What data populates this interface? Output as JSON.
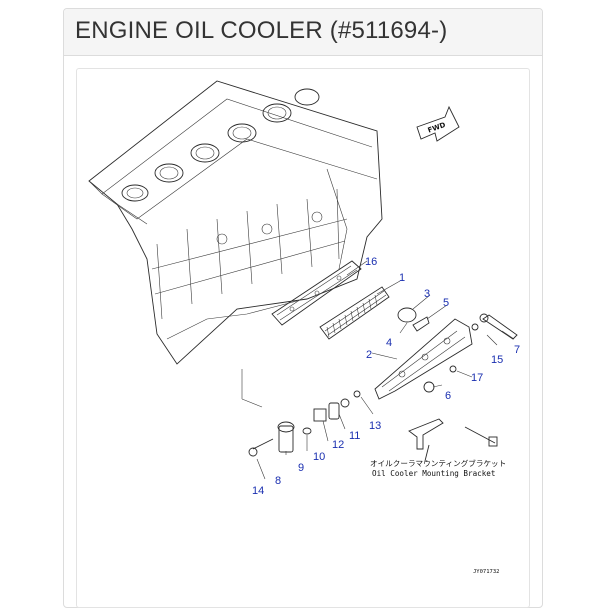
{
  "header": {
    "title": "ENGINE OIL COOLER (#511694-)"
  },
  "diagram": {
    "fwd_label": "FWD",
    "bracket_label_jp": "オイルクーラマウンティングブラケット",
    "bracket_label_en": "Oil Cooler Mounting Bracket",
    "drawing_code": "JY071732",
    "callouts": [
      "1",
      "2",
      "3",
      "4",
      "5",
      "6",
      "7",
      "8",
      "9",
      "10",
      "11",
      "12",
      "13",
      "14",
      "15",
      "16",
      "17"
    ]
  }
}
